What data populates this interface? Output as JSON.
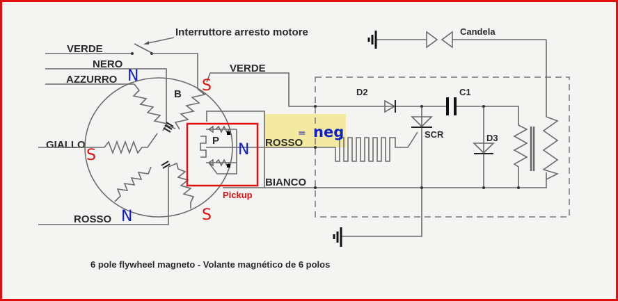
{
  "title": "6 pole flywheel magneto - Volante magnético de 6 polos",
  "switch_label": "Interruttore arresto motore",
  "spark_plug_label": "Candela",
  "wires_left": {
    "verde": "VERDE",
    "nero": "NERO",
    "azzurro": "AZZURRO",
    "giallo": "GIALLO",
    "rosso": "ROSSO"
  },
  "wires_right": {
    "verde": "VERDE",
    "rosso": "ROSSO",
    "bianco": "BIANCO"
  },
  "coil_labels": {
    "b": "B",
    "p": "P"
  },
  "components": {
    "d2": "D2",
    "c1": "C1",
    "scr": "SCR",
    "d3": "D3"
  },
  "annotations": {
    "pickup": "Pickup",
    "equals": "=",
    "neg": "neg",
    "poles": [
      "N",
      "S",
      "S",
      "N",
      "N",
      "S"
    ]
  },
  "colors": {
    "border": "#e01010",
    "north": "#1020c8",
    "south": "#e01010",
    "highlight": "#f3e9a0"
  }
}
